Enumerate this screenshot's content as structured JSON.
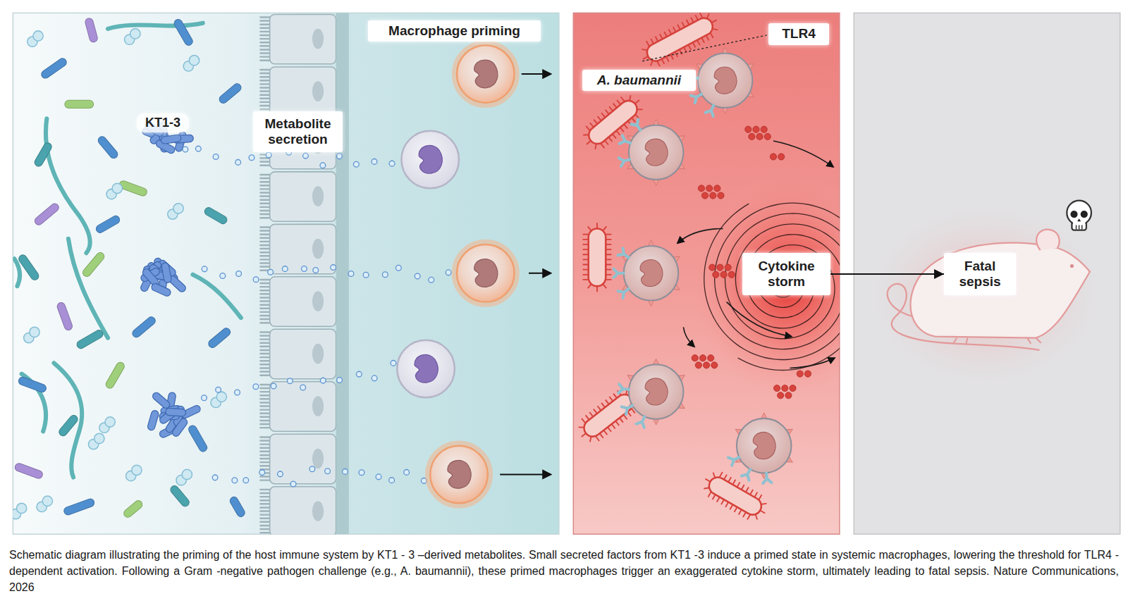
{
  "diagram": {
    "caption": "Schematic diagram illustrating the priming of the host immune system by KT1 - 3 –derived metabolites. Small secreted factors from KT1 -3 induce a primed state in systemic macrophages, lowering the threshold for TLR4 -dependent activation. Following a Gram -negative pathogen challenge (e.g., A. baumannii), these primed macrophages trigger an exaggerated cytokine storm, ultimately leading to fatal sepsis. Nature Communications, 2026",
    "nodes": [
      {
        "text": [
          "KT1-3"
        ]
      },
      {
        "text": [
          "Metabolite secretion"
        ]
      },
      {
        "text": [
          "Macrophage priming"
        ]
      },
      {
        "text": [
          "TLR4"
        ]
      },
      {
        "text": [
          "A. baumannii"
        ]
      },
      {
        "text": [
          "Cytokine storm"
        ]
      },
      {
        "text": [
          "Fatal sepsis"
        ]
      }
    ],
    "edges": [
      {
        "from": 5,
        "to": 6,
        "arrow": "to"
      }
    ]
  }
}
